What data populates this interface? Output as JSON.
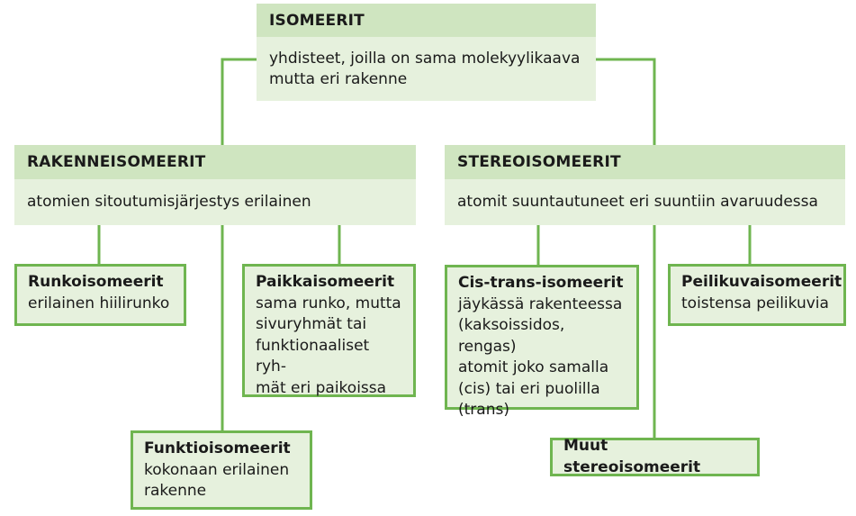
{
  "root": {
    "title": "ISOMEERIT",
    "desc_line1": "yhdisteet, joilla on sama molekyylikaava",
    "desc_line2": "mutta eri rakenne"
  },
  "structural": {
    "title": "RAKENNEISOMEERIT",
    "desc": "atomien sitoutumisjärjestys erilainen"
  },
  "stereo": {
    "title": "STEREOISOMEERIT",
    "desc": "atomit suuntautuneet eri suuntiin avaruudessa"
  },
  "leaves": {
    "runko": {
      "title": "Runkoisomeerit",
      "lines": [
        "erilainen hiilirunko"
      ]
    },
    "paikka": {
      "title": "Paikkaisomeerit",
      "lines": [
        "sama runko, mutta",
        "sivuryhmät tai",
        "funktionaaliset ryh-",
        "mät eri paikoissa"
      ]
    },
    "funktio": {
      "title": "Funktioisomeerit",
      "lines": [
        "kokonaan erilainen",
        "rakenne"
      ]
    },
    "cistrans": {
      "title": "Cis-trans-isomeerit",
      "lines": [
        "jäykässä rakenteessa",
        "(kaksoissidos, rengas)",
        "atomit joko samalla",
        "(cis) tai eri puolilla",
        "(trans)"
      ]
    },
    "peilikuva": {
      "title": "Peilikuvaisomeerit",
      "lines": [
        "toistensa peilikuvia"
      ]
    },
    "muut": {
      "title": "Muut stereoisomeerit",
      "lines": []
    }
  },
  "colors": {
    "line": "#6fb550",
    "title_fill": "#cfe5c0",
    "box_fill": "#e6f1dd"
  }
}
